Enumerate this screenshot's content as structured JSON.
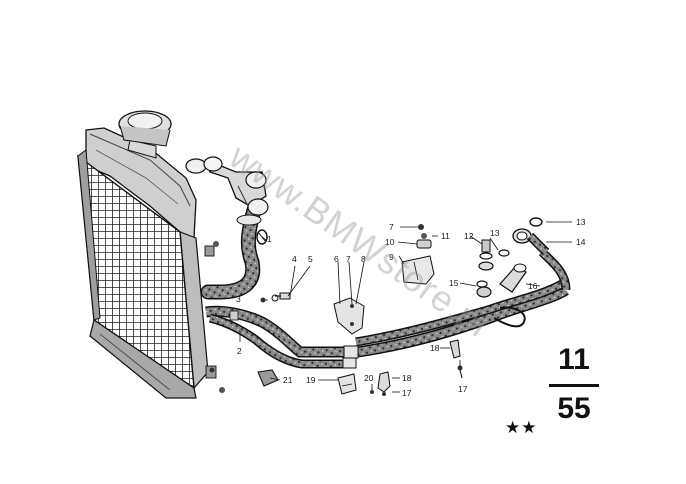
{
  "watermark": "www.BMWstore.pl",
  "group_code": {
    "top": "11",
    "bottom": "55"
  },
  "stars": "★★",
  "callouts": [
    {
      "id": "c1",
      "text": "1"
    },
    {
      "id": "c2",
      "text": "2"
    },
    {
      "id": "c3",
      "text": "3"
    },
    {
      "id": "c4",
      "text": "4"
    },
    {
      "id": "c5",
      "text": "5"
    },
    {
      "id": "c6",
      "text": "6"
    },
    {
      "id": "c7a",
      "text": "7"
    },
    {
      "id": "c7b",
      "text": "7"
    },
    {
      "id": "c8",
      "text": "8"
    },
    {
      "id": "c9",
      "text": "9"
    },
    {
      "id": "c10",
      "text": "10"
    },
    {
      "id": "c11",
      "text": "11"
    },
    {
      "id": "c12",
      "text": "12"
    },
    {
      "id": "c13a",
      "text": "13"
    },
    {
      "id": "c13b",
      "text": "13"
    },
    {
      "id": "c14",
      "text": "14"
    },
    {
      "id": "c15",
      "text": "15"
    },
    {
      "id": "c16",
      "text": "16"
    },
    {
      "id": "c17a",
      "text": "17"
    },
    {
      "id": "c17b",
      "text": "17"
    },
    {
      "id": "c18a",
      "text": "18"
    },
    {
      "id": "c18b",
      "text": "18"
    },
    {
      "id": "c19",
      "text": "19"
    },
    {
      "id": "c20",
      "text": "20"
    },
    {
      "id": "c21",
      "text": "21"
    }
  ]
}
